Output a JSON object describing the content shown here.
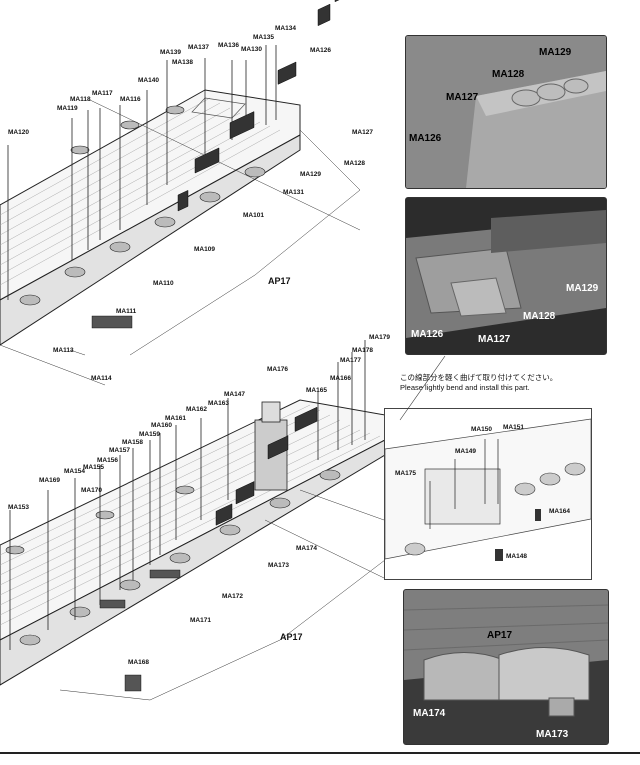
{
  "photos": {
    "top": {
      "labels": [
        "MA129",
        "MA128",
        "MA127",
        "MA126"
      ]
    },
    "middle": {
      "labels": [
        "MA126",
        "MA127",
        "MA128",
        "MA129"
      ]
    },
    "bottom": {
      "labels": [
        "AP17",
        "MA174",
        "MA173"
      ]
    }
  },
  "note": {
    "japanese": "この線部分を軽く曲げて取り付けてください。",
    "english": "Please lightly bend and install this part."
  },
  "upper_drawing": {
    "labels": [
      "MA134",
      "MA135",
      "MA126",
      "MA136",
      "MA130",
      "MA137",
      "MA139",
      "MA138",
      "MA140",
      "MA117",
      "MA118",
      "MA116",
      "MA119",
      "MA120",
      "MA127",
      "MA128",
      "MA129",
      "MA131",
      "MA101",
      "MA109",
      "MA110",
      "MA111",
      "MA113",
      "MA114",
      "AP17"
    ]
  },
  "lower_drawing": {
    "labels": [
      "MA179",
      "MA178",
      "MA177",
      "MA176",
      "MA166",
      "MA165",
      "MA147",
      "MA163",
      "MA162",
      "MA161",
      "MA160",
      "MA159",
      "MA158",
      "MA157",
      "MA156",
      "MA155",
      "MA154",
      "MA169",
      "MA170",
      "MA153",
      "MA174",
      "MA173",
      "MA172",
      "MA171",
      "MA168",
      "AP17"
    ]
  },
  "inset": {
    "labels": [
      "MA150",
      "MA151",
      "MA149",
      "MA175",
      "MA164",
      "MA148"
    ]
  }
}
